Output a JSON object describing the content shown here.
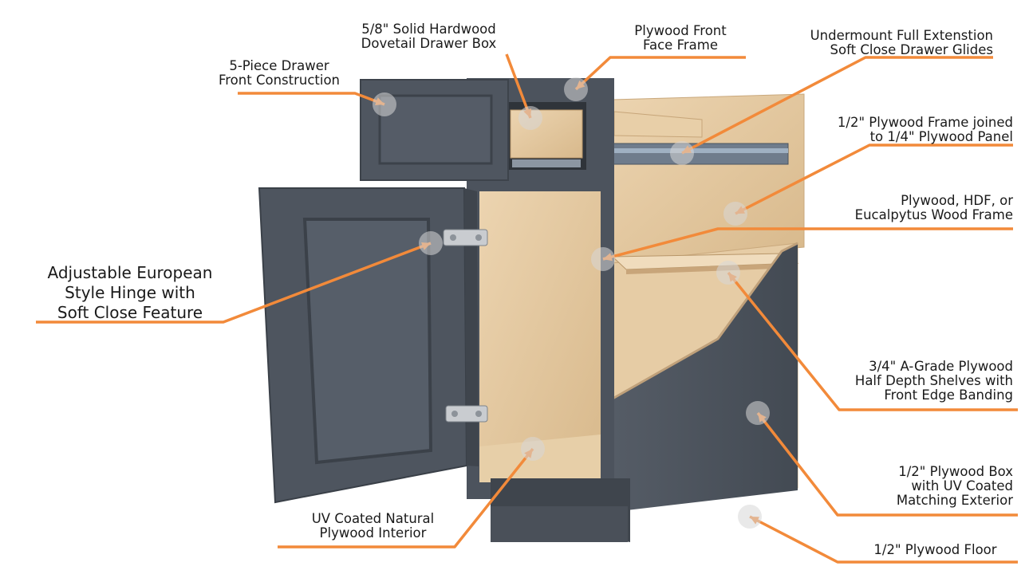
{
  "diagram": {
    "callouts": [
      {
        "id": "drawer-front",
        "lines": [
          "5-Piece Drawer",
          "Front Construction"
        ]
      },
      {
        "id": "drawer-box",
        "lines": [
          "5/8\" Solid Hardwood",
          "Dovetail Drawer Box"
        ]
      },
      {
        "id": "face-frame",
        "lines": [
          "Plywood Front",
          "Face Frame"
        ]
      },
      {
        "id": "drawer-glides",
        "lines": [
          "Undermount Full Extenstion",
          "Soft Close Drawer Glides"
        ]
      },
      {
        "id": "plywood-frame-panel",
        "lines": [
          "1/2\" Plywood Frame joined",
          "to 1/4\" Plywood Panel"
        ]
      },
      {
        "id": "hdf-frame",
        "lines": [
          "Plywood, HDF, or",
          "Eucalpytus Wood Frame"
        ]
      },
      {
        "id": "hinge",
        "lines": [
          "Adjustable European",
          "Style Hinge with",
          "Soft Close Feature"
        ]
      },
      {
        "id": "shelves",
        "lines": [
          "3/4\" A-Grade Plywood",
          "Half Depth Shelves with",
          "Front Edge Banding"
        ]
      },
      {
        "id": "box",
        "lines": [
          "1/2\" Plywood Box",
          "with UV Coated",
          "Matching Exterior"
        ]
      },
      {
        "id": "interior",
        "lines": [
          "UV Coated Natural",
          "Plywood Interior"
        ]
      },
      {
        "id": "floor",
        "lines": [
          "1/2\" Plywood Floor"
        ]
      }
    ],
    "colors": {
      "leader": "#f28a3a",
      "cabinet": "#4b525c",
      "cabinet_dark": "#3c424b",
      "plywood": "#e3c9a3",
      "plywood_dark": "#cfae82",
      "marker": "#d7d7d7"
    }
  }
}
